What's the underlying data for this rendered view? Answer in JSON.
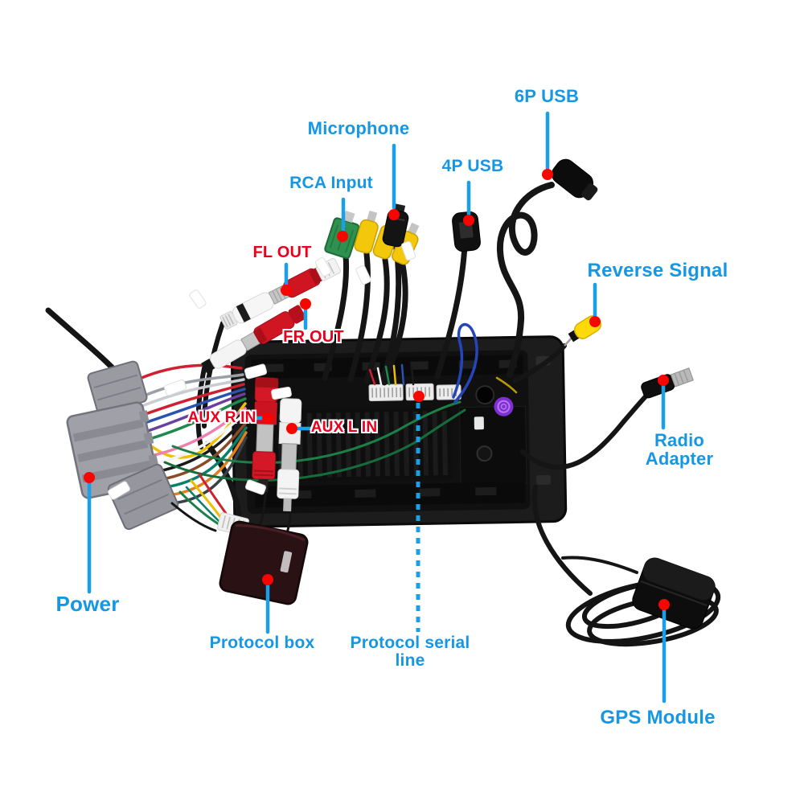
{
  "colors": {
    "background": "#ffffff",
    "label_blue": "#1697e4",
    "label_red": "#e8001c",
    "leader": "#1a9fe8",
    "dot": "#fa0400",
    "connector_yellow": "#f3c70a",
    "connector_green": "#2f9150",
    "connector_red": "#cf1522",
    "connector_gray": "#a0a0a8",
    "protocol_box_maroon": "#2a1114"
  },
  "callouts": [
    {
      "id": "microphone",
      "text": "Microphone",
      "color": "blue",
      "leader": "solid"
    },
    {
      "id": "rca-input",
      "text": "RCA Input",
      "color": "blue",
      "leader": "solid"
    },
    {
      "id": "usb-4p",
      "text": "4P USB",
      "color": "blue",
      "leader": "solid"
    },
    {
      "id": "usb-6p",
      "text": "6P USB",
      "color": "blue",
      "leader": "solid"
    },
    {
      "id": "reverse-signal",
      "text": "Reverse Signal",
      "color": "blue",
      "leader": "solid"
    },
    {
      "id": "radio-adapter",
      "text": "Radio Adapter",
      "color": "blue",
      "leader": "solid"
    },
    {
      "id": "power",
      "text": "Power",
      "color": "blue",
      "leader": "solid"
    },
    {
      "id": "protocol-box",
      "text": "Protocol box",
      "color": "blue",
      "leader": "solid"
    },
    {
      "id": "protocol-serial-line",
      "text": "Protocol serial line",
      "color": "blue",
      "leader": "dotted"
    },
    {
      "id": "gps-module",
      "text": "GPS Module",
      "color": "blue",
      "leader": "solid"
    },
    {
      "id": "fl-out",
      "text": "FL OUT",
      "color": "red",
      "leader": "solid"
    },
    {
      "id": "fr-out",
      "text": "FR OUT",
      "color": "red",
      "leader": "solid"
    },
    {
      "id": "aux-r-in",
      "text": "AUX R IN",
      "color": "red",
      "leader": "solid"
    },
    {
      "id": "aux-l-in",
      "text": "AUX L IN",
      "color": "red",
      "leader": "solid"
    }
  ]
}
